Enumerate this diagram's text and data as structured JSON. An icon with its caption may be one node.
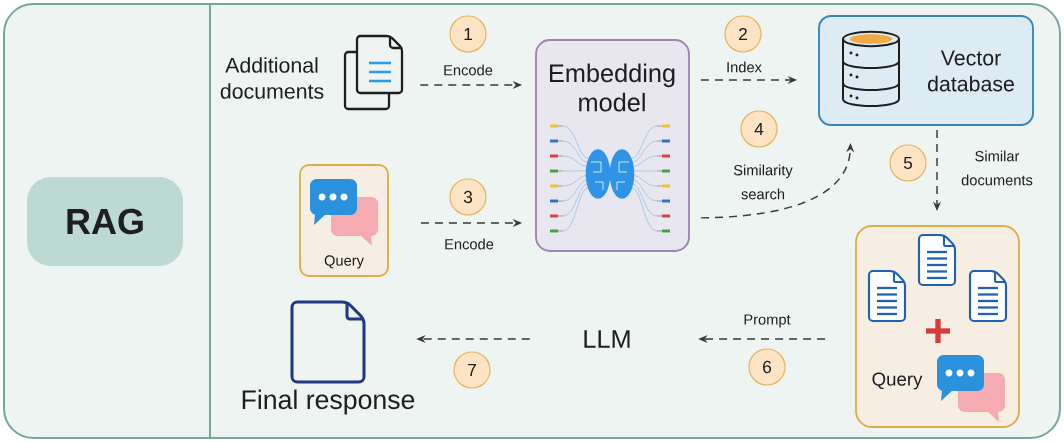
{
  "diagram": {
    "nodes": [
      {
        "text": [
          "RAG"
        ]
      },
      {
        "text": [
          "Additional documents"
        ]
      },
      {
        "text": [
          "Embedding model"
        ]
      },
      {
        "text": [
          "Vector database"
        ]
      },
      {
        "text": [
          "Query"
        ]
      },
      {
        "text": [
          "Query"
        ]
      },
      {
        "text": [
          "LLM"
        ]
      },
      {
        "text": [
          "Final response"
        ]
      }
    ],
    "edges": [
      {
        "from": 1,
        "to": 2,
        "arrow": "to",
        "label": "Encode",
        "style": "dashed"
      },
      {
        "from": 2,
        "to": 3,
        "arrow": "to",
        "label": "Index",
        "style": "dashed"
      },
      {
        "from": 4,
        "to": 2,
        "arrow": "to",
        "label": "Encode",
        "style": "dashed"
      },
      {
        "from": 2,
        "to": 3,
        "arrow": "to",
        "label": "Similarity search",
        "style": "dashed"
      },
      {
        "from": 3,
        "to": 5,
        "arrow": "to",
        "label": "Similar documents",
        "style": "dashed"
      },
      {
        "from": 5,
        "to": 6,
        "arrow": "to",
        "label": "Prompt",
        "style": "dashed"
      },
      {
        "from": 6,
        "to": 7,
        "arrow": "to",
        "style": "dashed"
      }
    ],
    "labels": [
      "1",
      "2",
      "3",
      "4",
      "5",
      "6",
      "7"
    ]
  }
}
